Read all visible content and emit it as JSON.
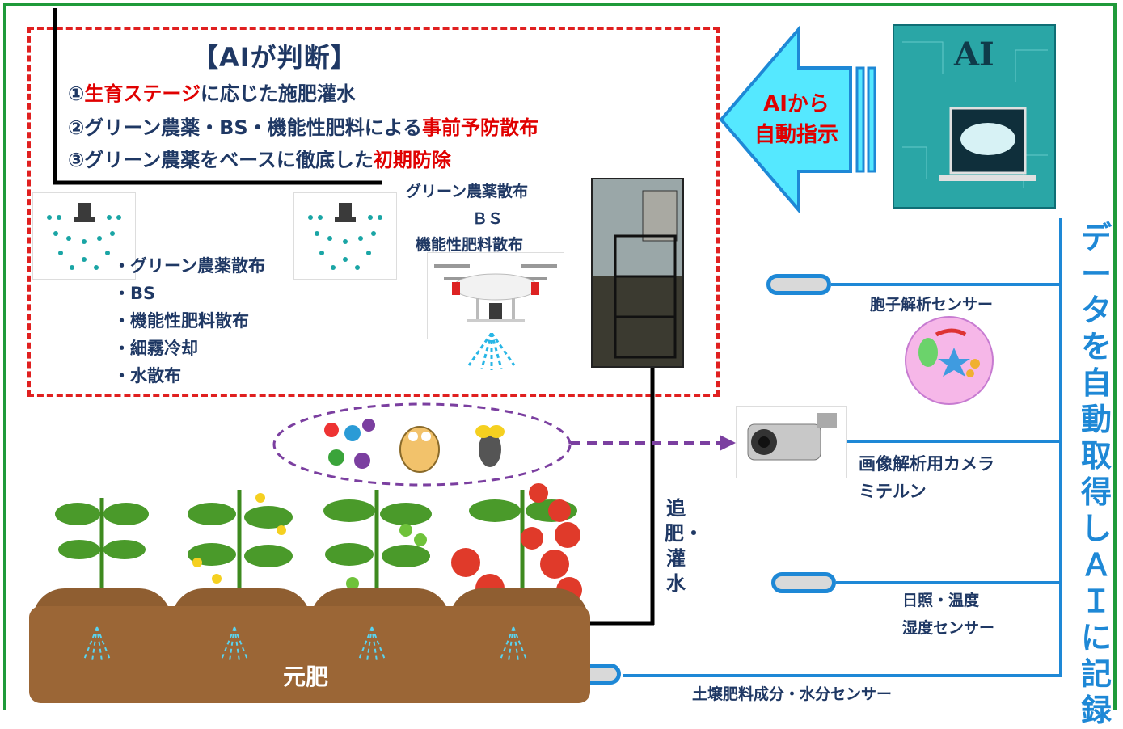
{
  "decision": {
    "title": "【AIが判断】",
    "line1": {
      "prefix": "①",
      "highlight": "生育ステージ",
      "suffix": "に応じた施肥灌水"
    },
    "line2": {
      "prefix": "②グリーン農薬・BS・機能性肥料による",
      "highlight": "事前予防散布"
    },
    "line3": {
      "prefix": "③グリーン農薬をベースに徹底した",
      "highlight": "初期防除"
    }
  },
  "spray_methods": [
    "・グリーン農薬散布",
    "・BS",
    "・機能性肥料散布",
    "・細霧冷却",
    "・水散布"
  ],
  "drone_labels": [
    "グリーン農薬散布",
    "ＢＳ",
    "機能性肥料散布"
  ],
  "ai_instruction": "AIから\n自動指示",
  "ai_screen_text": "AI",
  "vertical_label": "データを自動取得しＡＩに記録",
  "sensors": {
    "spore": "胞子解析センサー",
    "camera_line1": "画像解析用カメラ",
    "camera_line2": "ミテルン",
    "climate_line1": "日照・温度",
    "climate_line2": "湿度センサー",
    "soil": "土壌肥料成分・水分センサー"
  },
  "irrigation_label": "追肥・灌水",
  "base_fertilizer": "元肥",
  "colors": {
    "frame": "#1f9a3a",
    "dash": "#e02020",
    "navy": "#1f3864",
    "blue": "#1e88d6",
    "arrow_fill": "#55e8ff",
    "soil": "#9b6636"
  }
}
